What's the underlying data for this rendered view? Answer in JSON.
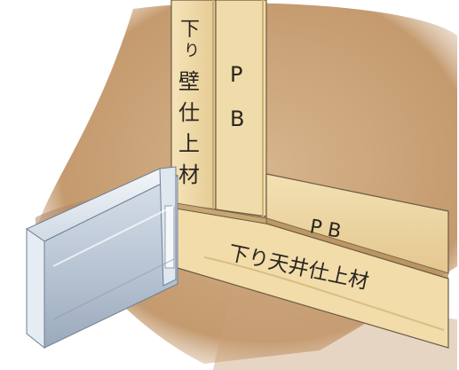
{
  "labels": {
    "wall_finish": [
      "下",
      "り",
      "壁",
      "仕",
      "上",
      "材"
    ],
    "wall_pb": [
      "P",
      "B"
    ],
    "ceiling_pb": "P B",
    "ceiling_finish": "下り天井仕上材"
  },
  "colors": {
    "wall_bg": "#c9a27a",
    "wall_shadow": "#a9825c",
    "board_light": "#f2dfb0",
    "board_mid": "#e9d19d",
    "board_dark": "#d9bd85",
    "edge_line": "#6b5a45",
    "metal_light": "#e8eef4",
    "metal_mid": "#c7d2de",
    "metal_dark": "#8f9db0",
    "ink": "#2a2520"
  }
}
